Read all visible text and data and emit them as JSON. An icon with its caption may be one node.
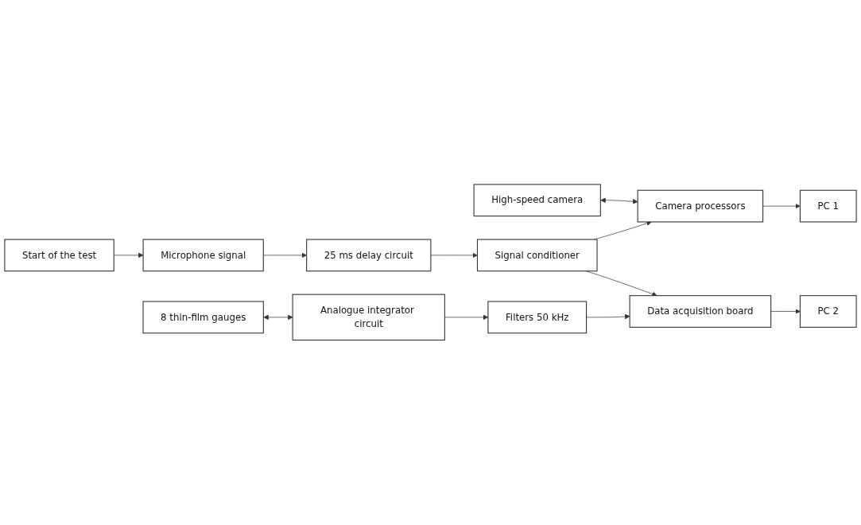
{
  "diagram": {
    "nodes": [
      {
        "text": [
          "PC 1"
        ]
      },
      {
        "text": [
          "High-speed camera"
        ]
      },
      {
        "text": [
          "Camera processors"
        ]
      },
      {
        "text": [
          "Start of the test"
        ]
      },
      {
        "text": [
          "Microphone signal"
        ]
      },
      {
        "text": [
          "25 ms delay circuit"
        ]
      },
      {
        "text": [
          "Signal conditioner"
        ]
      },
      {
        "text": [
          "8 thin-film gauges"
        ]
      },
      {
        "text": [
          "Analogue integrator circuit"
        ]
      },
      {
        "text": [
          "Filters 50 kHz"
        ]
      },
      {
        "text": [
          "Data acquisition board"
        ]
      },
      {
        "text": [
          "PC 2"
        ]
      }
    ],
    "edges": [
      {
        "from": 1,
        "to": 2,
        "arrow": "both"
      },
      {
        "from": 2,
        "to": 0,
        "arrow": "to"
      },
      {
        "from": 6,
        "to": 2,
        "arrow": "to"
      },
      {
        "from": 3,
        "to": 4,
        "arrow": "to"
      },
      {
        "from": 4,
        "to": 5,
        "arrow": "to"
      },
      {
        "from": 5,
        "to": 6,
        "arrow": "to"
      },
      {
        "from": 6,
        "to": 10,
        "arrow": "to"
      },
      {
        "from": 7,
        "to": 8,
        "arrow": "both"
      },
      {
        "from": 8,
        "to": 9,
        "arrow": "to"
      },
      {
        "from": 9,
        "to": 10,
        "arrow": "to"
      },
      {
        "from": 10,
        "to": 11,
        "arrow": "to"
      }
    ]
  }
}
